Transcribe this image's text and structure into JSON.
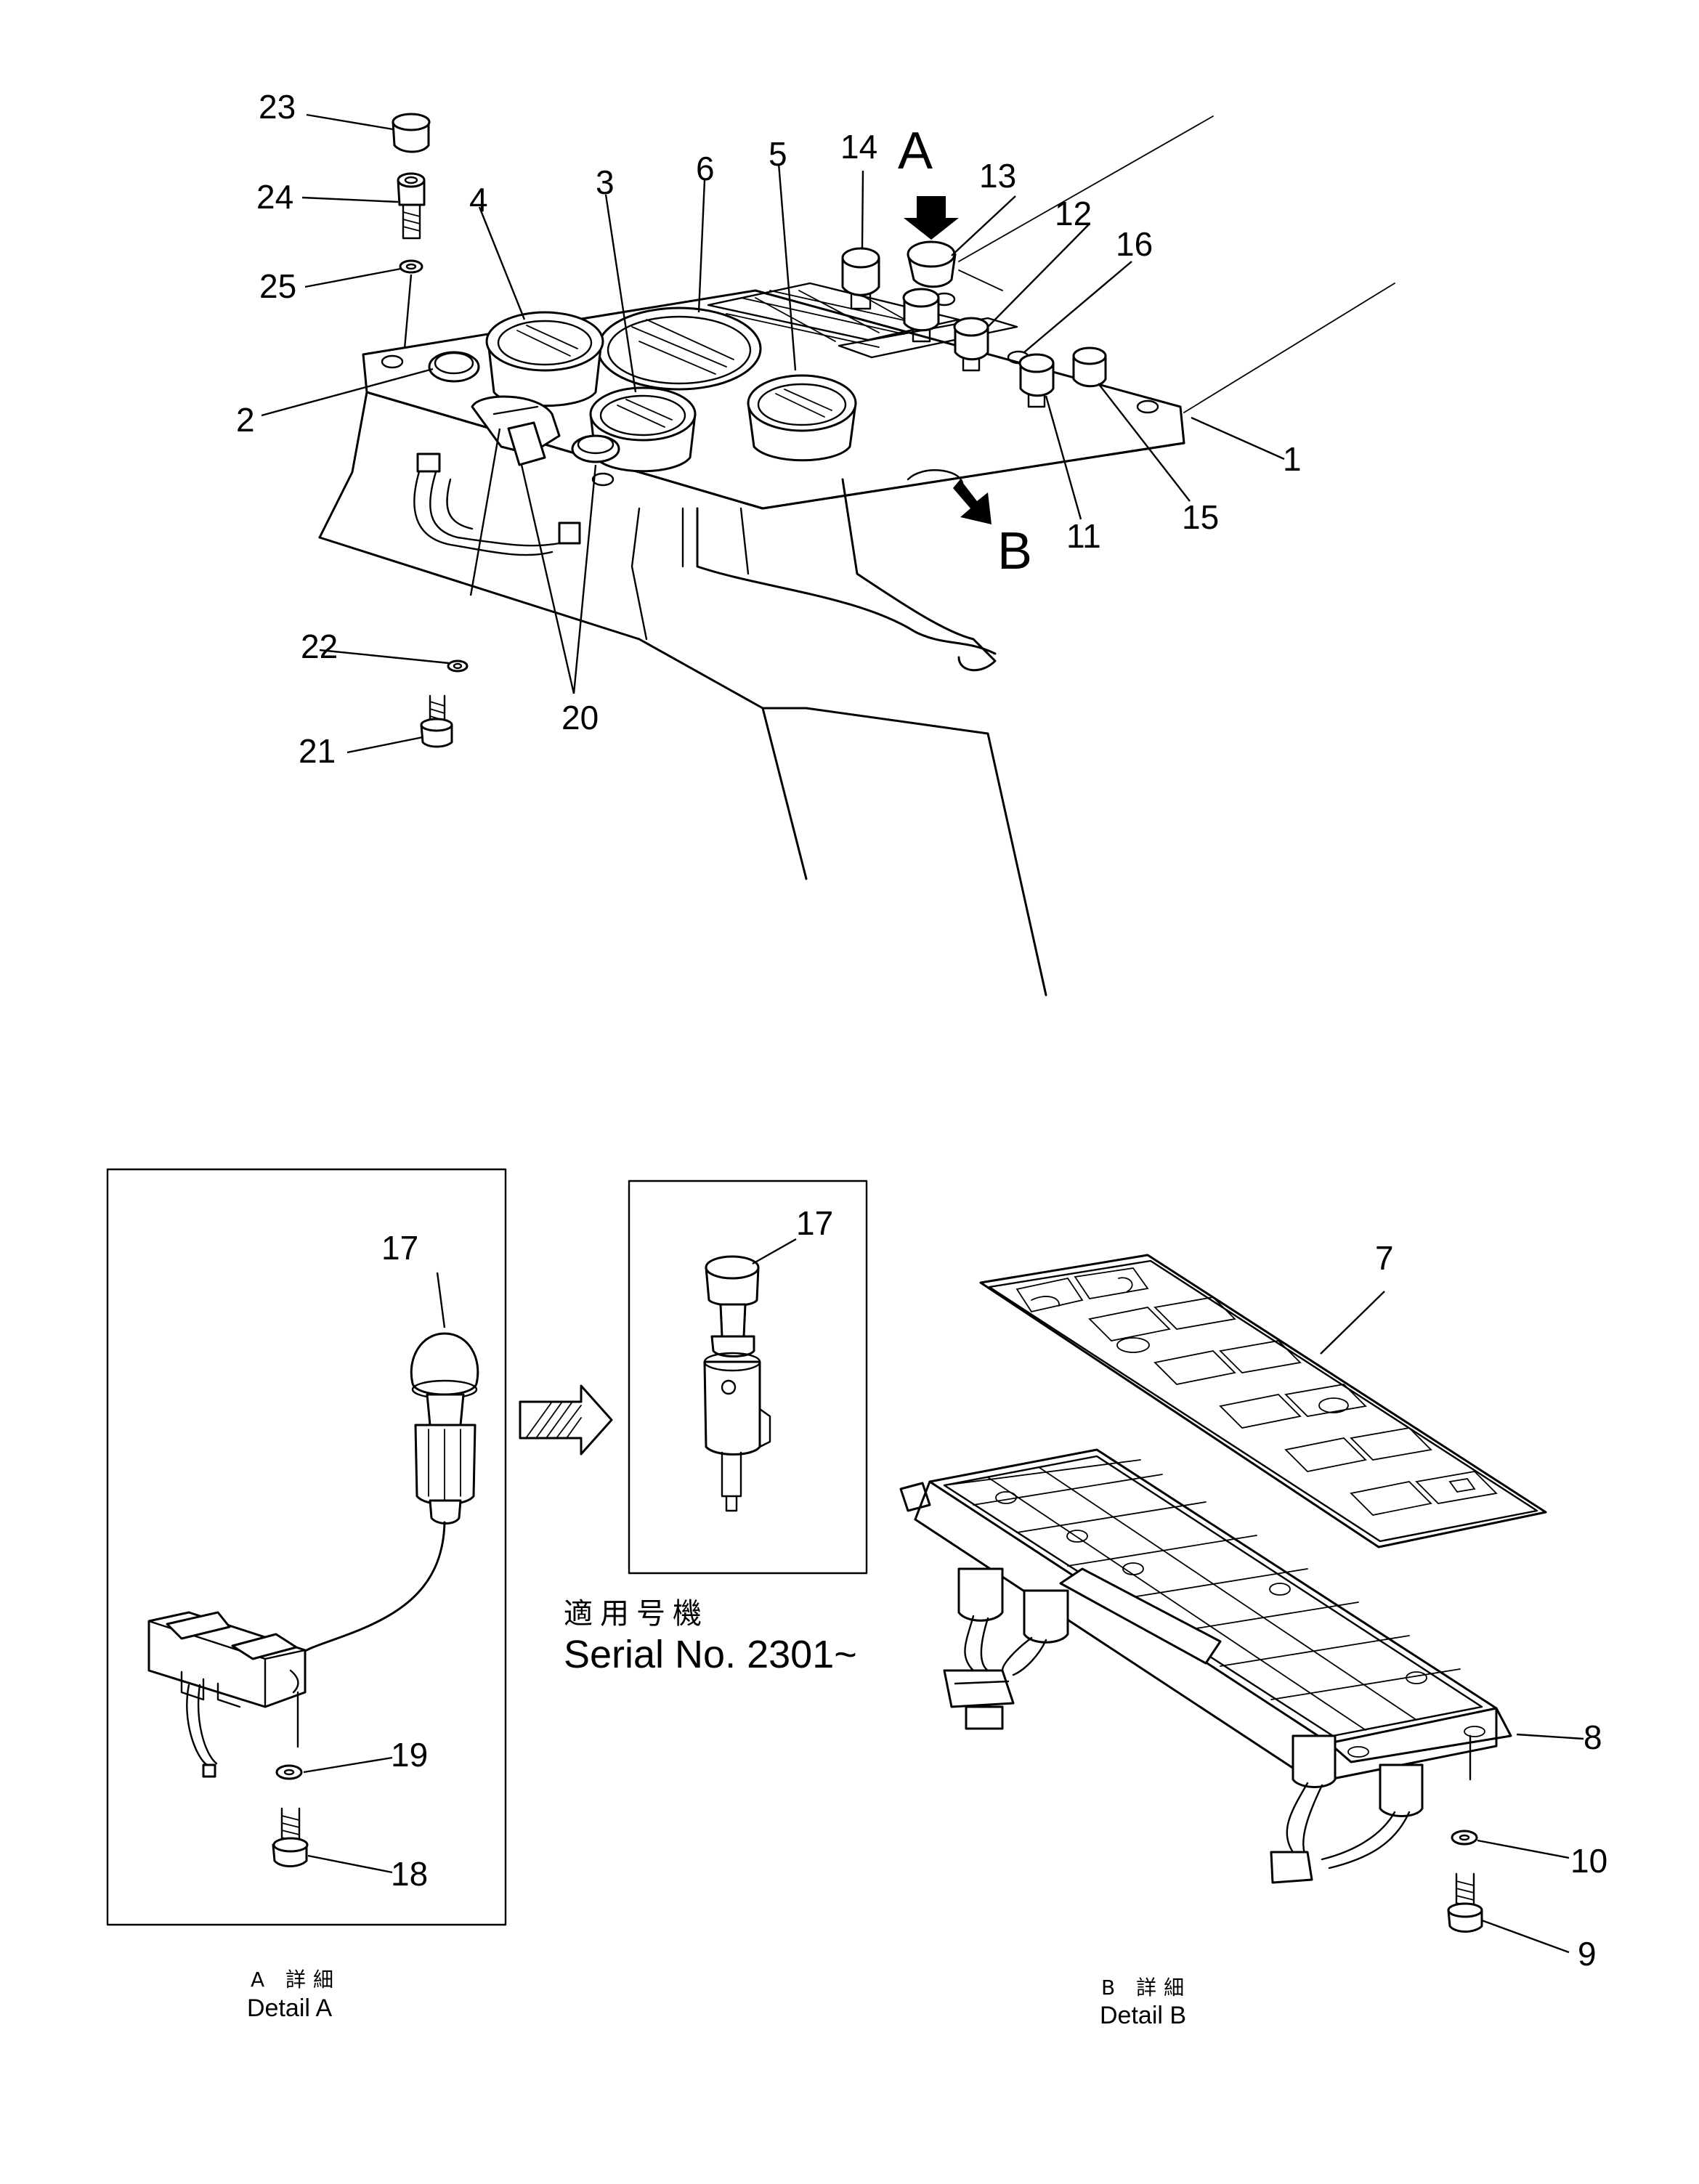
{
  "callouts": {
    "n1": "1",
    "n2": "2",
    "n3": "3",
    "n4": "4",
    "n5": "5",
    "n6": "6",
    "n7": "7",
    "n8": "8",
    "n9": "9",
    "n10": "10",
    "n11": "11",
    "n12": "12",
    "n13": "13",
    "n14": "14",
    "n15": "15",
    "n16": "16",
    "n17a": "17",
    "n17b": "17",
    "n18": "18",
    "n19": "19",
    "n20": "20",
    "n21": "21",
    "n22": "22",
    "n23": "23",
    "n24": "24",
    "n25": "25"
  },
  "views": {
    "a": "A",
    "b": "B"
  },
  "serial": {
    "jp": "適用号機",
    "en": "Serial No. 2301~"
  },
  "captions": {
    "detail_a_jp": "A 詳細",
    "detail_a_en": "Detail A",
    "detail_b_jp": "B 詳細",
    "detail_b_en": "Detail B"
  }
}
